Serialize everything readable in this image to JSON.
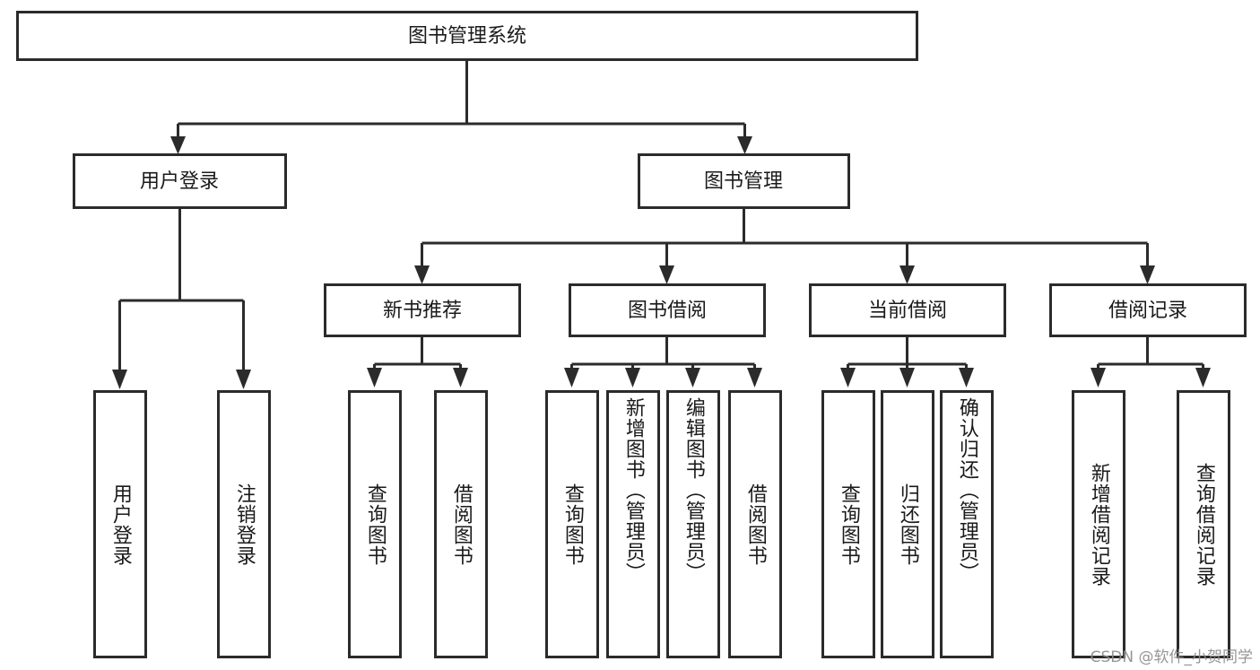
{
  "diagram": {
    "title": "图书管理系统",
    "type": "tree-hierarchy",
    "orientation": "top-down",
    "colors": {
      "stroke": "#2b2b2b",
      "fill": "#ffffff",
      "text": "#1a1a1a",
      "watermark": "#8d8d8d"
    },
    "root": {
      "id": "root",
      "label": "图书管理系统"
    },
    "level1": [
      {
        "id": "user-login",
        "label": "用户登录"
      },
      {
        "id": "book-manage",
        "label": "图书管理"
      }
    ],
    "level2": [
      {
        "id": "new-book-recommend",
        "label": "新书推荐",
        "parent": "book-manage"
      },
      {
        "id": "book-borrow",
        "label": "图书借阅",
        "parent": "book-manage"
      },
      {
        "id": "current-borrow",
        "label": "当前借阅",
        "parent": "book-manage"
      },
      {
        "id": "borrow-record",
        "label": "借阅记录",
        "parent": "book-manage"
      }
    ],
    "leaves": [
      {
        "id": "leaf-user-login",
        "label": "用户登录",
        "parent": "user-login"
      },
      {
        "id": "leaf-logout",
        "label": "注销登录",
        "parent": "user-login"
      },
      {
        "id": "leaf-query-book-1",
        "label": "查询图书",
        "parent": "new-book-recommend"
      },
      {
        "id": "leaf-borrow-book-1",
        "label": "借阅图书",
        "parent": "new-book-recommend"
      },
      {
        "id": "leaf-query-book-2",
        "label": "查询图书",
        "parent": "book-borrow"
      },
      {
        "id": "leaf-add-book",
        "label": "新增图书（管理员）",
        "parent": "book-borrow"
      },
      {
        "id": "leaf-edit-book",
        "label": "编辑图书（管理员）",
        "parent": "book-borrow"
      },
      {
        "id": "leaf-borrow-book-2",
        "label": "借阅图书",
        "parent": "book-borrow"
      },
      {
        "id": "leaf-query-book-3",
        "label": "查询图书",
        "parent": "current-borrow"
      },
      {
        "id": "leaf-return-book",
        "label": "归还图书",
        "parent": "current-borrow"
      },
      {
        "id": "leaf-confirm-return",
        "label": "确认归还（管理员）",
        "parent": "current-borrow"
      },
      {
        "id": "leaf-add-record",
        "label": "新增借阅记录",
        "parent": "borrow-record"
      },
      {
        "id": "leaf-query-record",
        "label": "查询借阅记录",
        "parent": "borrow-record"
      }
    ]
  },
  "watermark": {
    "text": "CSDN @软件_小贺同学"
  }
}
